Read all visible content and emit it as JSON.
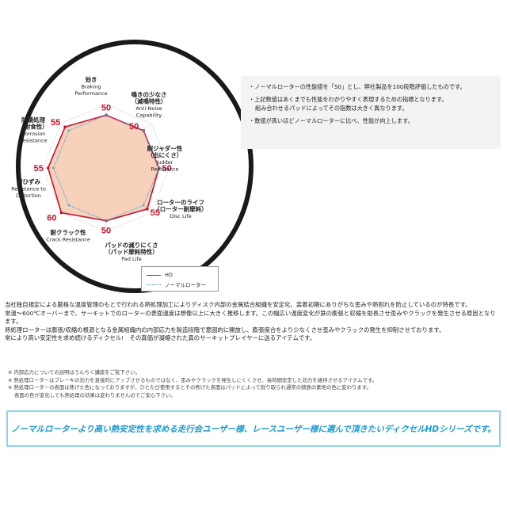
{
  "chart_data": {
    "type": "radar",
    "axes": [
      {
        "label_jp": "効き",
        "label_en": [
          "Braking",
          "Performance"
        ]
      },
      {
        "label_jp": "鳴きの少なさ",
        "label_jp2": "（減鳴特性）",
        "label_en": [
          "Anti-Noise",
          "Capability"
        ]
      },
      {
        "label_jp": "耐ジャダー性",
        "label_jp2": "（出にくさ）",
        "label_en": [
          "Judder",
          "Resistance"
        ]
      },
      {
        "label_jp": "ローターのライフ",
        "label_jp2": "（ローター耐摩耗）",
        "label_en": [
          "Disc Life"
        ]
      },
      {
        "label_jp": "パッドの減りにくさ",
        "label_jp2": "（パッド摩耗特性）",
        "label_en": [
          "Pad Life"
        ]
      },
      {
        "label_jp": "耐クラック性",
        "label_en": [
          "Crack Resistance"
        ]
      },
      {
        "label_jp": "耐ひずみ",
        "label_en": [
          "Resistance to",
          "Distortion"
        ]
      },
      {
        "label_jp": "防錆処理",
        "label_jp2": "（耐食性）",
        "label_en": [
          "Corrosion",
          "Resistance"
        ]
      }
    ],
    "series": [
      {
        "name": "HD",
        "values": [
          50,
          50,
          50,
          55,
          50,
          60,
          55,
          55
        ],
        "color": "#c8102e",
        "fill": "#f6c9b0"
      },
      {
        "name": "ノーマルローター",
        "values": [
          50,
          50,
          50,
          50,
          50,
          50,
          50,
          50
        ],
        "color": "#3aa0d0"
      }
    ],
    "value_labels": [
      "50",
      "50",
      "50",
      "55",
      "50",
      "60",
      "55",
      "55"
    ],
    "range": [
      0,
      60
    ],
    "grid": true
  },
  "notes": [
    "・ノーマルローターの性能値を「50」とし、弊社製品を100段階評価したものです。",
    "・上記数値はあくまでも性能をわかりやすく表現するための指標となります。",
    "組み合わせるパッドによってその指数は大きく異なります。",
    "・数値が高いほどノーマルローターに比べ、性能が向上します。"
  ],
  "body": [
    "当社独自規定による厳格な温度管理のもとで行われる熱処理加工によりディスク内部の金属結合組織を安定化、装着初期にありがちな歪みや熱割れを防止しているのが特長です。",
    "常温～600℃オーバーまで、サーキットでのローターの表面温度は想像以上に大きく推移します。この幅広い温度変化が鉄の膨張と収縮を助長させ歪みやクラックを発生させる原因となります。",
    "熱処理ローターは膨張/収縮の根源となる金属組織内の内部応力を製造段階で意図的に開放し、膨張度合をより少なくさせ歪みやクラックの発生を抑制させております。",
    "常により高い安定性を求め続けるディクセル!　その真価が凝縮された真のサーキットプレイヤーに送るアイテムです。"
  ],
  "footnotes": [
    "※ 内部応力についての説明はうんちく講座をご覧下さい。",
    "※ 熱処理ローターはブレーキの効力を直接的にアップさせるものではなく、歪みやクラックを発生しにくくさせ、長時間安定した効力を維持させるアイテムです。",
    "※ 熱処理ローターの表面は焦げた色になっておりますが、ひとたび使用するとその焦げた表面はパッドによって削り取られ通常の鋳鉄の素地の色に変わります。",
    "表面の色が変化しても熱処理の効果は変わりませんのでご安心下さい。"
  ],
  "banner": "ノーマルローターより高い熱安定性を求める走行会ユーザー様、レースユーザー様に選んで頂きたいディクセルHDシリーズです。"
}
